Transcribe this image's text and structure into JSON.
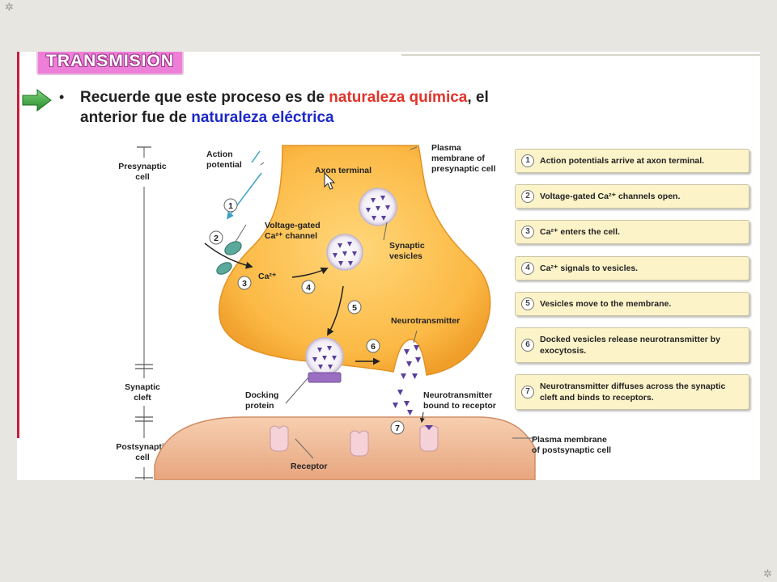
{
  "slide": {
    "title": "TRANSMISIÓN",
    "bullet": {
      "part1": "Recuerde que este proceso es de ",
      "part2": "naturaleza química",
      "part3": ", el anterior fue de ",
      "part4": "naturaleza eléctrica"
    },
    "colors": {
      "title_bg": "#ee7fd8",
      "red_text": "#e1342a",
      "blue_text": "#1d28c9",
      "cell": "#fcb945",
      "step_bg": "#fdf3c9"
    }
  },
  "diagram": {
    "left_axis": {
      "presynaptic_1": "Presynaptic",
      "presynaptic_2": "cell",
      "cleft_1": "Synaptic",
      "cleft_2": "cleft",
      "postsynaptic_1": "Postsynaptic",
      "postsynaptic_2": "cell"
    },
    "labels": {
      "action_potential_1": "Action",
      "action_potential_2": "potential",
      "axon_terminal": "Axon terminal",
      "plasma_pre_1": "Plasma",
      "plasma_pre_2": "membrane of",
      "plasma_pre_3": "presynaptic cell",
      "vg_channel_1": "Voltage-gated",
      "vg_channel_2": "Ca²⁺ channel",
      "synaptic_vesicles_1": "Synaptic",
      "synaptic_vesicles_2": "vesicles",
      "ca": "Ca²⁺",
      "neurotransmitter": "Neurotransmitter",
      "docking_protein_1": "Docking",
      "docking_protein_2": "protein",
      "nt_bound_1": "Neurotransmitter",
      "nt_bound_2": "bound to receptor",
      "receptor": "Receptor",
      "plasma_post_1": "Plasma membrane",
      "plasma_post_2": "of postsynaptic cell"
    },
    "step_numbers": [
      "1",
      "2",
      "3",
      "4",
      "5",
      "6",
      "7"
    ]
  },
  "steps": [
    {
      "num": "1",
      "text": "Action potentials arrive at axon terminal."
    },
    {
      "num": "2",
      "text": "Voltage-gated Ca²⁺ channels open."
    },
    {
      "num": "3",
      "text": "Ca²⁺ enters the cell."
    },
    {
      "num": "4",
      "text": "Ca²⁺ signals to vesicles."
    },
    {
      "num": "5",
      "text": "Vesicles move to the membrane."
    },
    {
      "num": "6",
      "text": "Docked vesicles release neurotransmitter by exocytosis."
    },
    {
      "num": "7",
      "text": "Neurotransmitter diffuses across the synaptic cleft and binds to receptors."
    }
  ]
}
